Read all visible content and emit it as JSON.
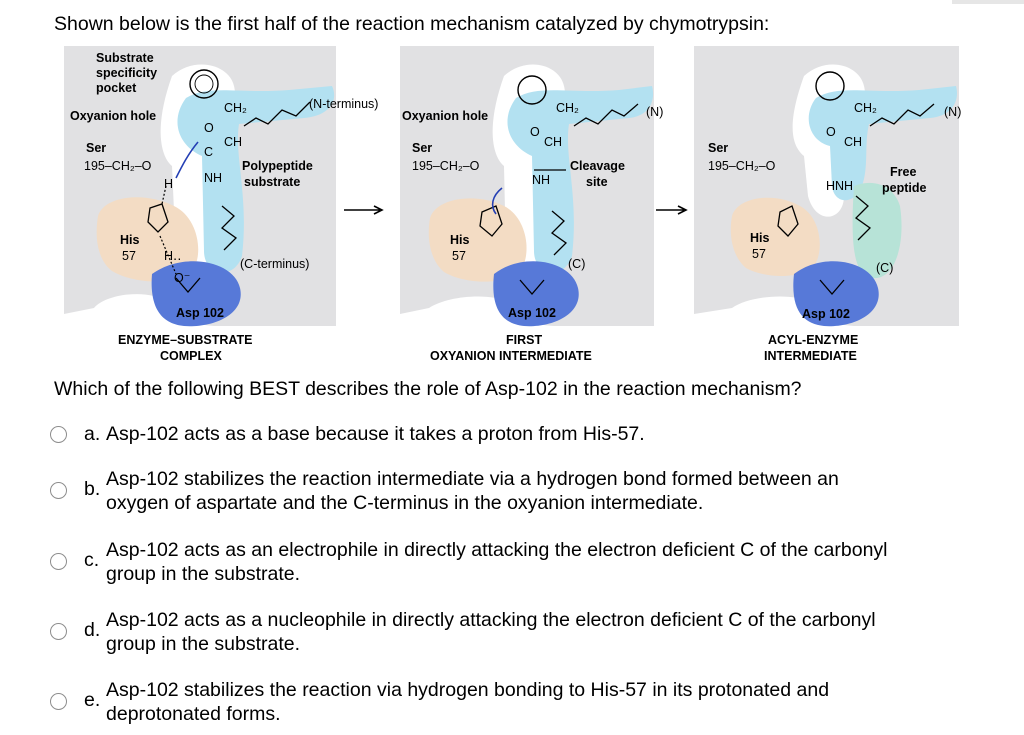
{
  "intro": "Shown below is the first half of the reaction mechanism catalyzed by chymotrypsin:",
  "figure": {
    "panel1": {
      "pocket": [
        "Substrate",
        "specificity",
        "pocket"
      ],
      "oxyanion": "Oxyanion hole",
      "n_term": "(N-terminus)",
      "ser": "Ser",
      "ser_chain": "195–CH₂–O",
      "h": "H",
      "nh": "NH",
      "poly": [
        "Polypeptide",
        "substrate"
      ],
      "his": "His",
      "his_num": "57",
      "c_term": "(C-terminus)",
      "asp": "Asp 102",
      "caption": [
        "ENZYME–SUBSTRATE",
        "COMPLEX"
      ]
    },
    "panel2": {
      "oxyanion": "Oxyanion hole",
      "n": "(N)",
      "ser": "Ser",
      "ser_chain": "195–CH₂–O",
      "nh": "NH",
      "cleavage": [
        "Cleavage",
        "site"
      ],
      "his": "His",
      "his_num": "57",
      "c": "(C)",
      "asp": "Asp 102",
      "caption": [
        "FIRST",
        "OXYANION INTERMEDIATE"
      ]
    },
    "panel3": {
      "n": "(N)",
      "ser": "Ser",
      "ser_chain": "195–CH₂–O",
      "hnh": "HNH",
      "free": [
        "Free",
        "peptide"
      ],
      "his": "His",
      "his_num": "57",
      "c": "(C)",
      "asp": "Asp 102",
      "caption": [
        "ACYL-ENZYME",
        "INTERMEDIATE"
      ]
    },
    "chem": {
      "ch2": "CH₂",
      "ch": "CH",
      "c": "C",
      "o": "O",
      "o_minus": "O⁻",
      "n": "N",
      "h_dots": "H․․"
    }
  },
  "question": "Which of the following BEST describes the role of Asp-102 in the reaction mechanism?",
  "options": [
    {
      "letter": "a.",
      "lines": [
        "Asp-102 acts as a base because it takes a proton from His-57."
      ]
    },
    {
      "letter": "b.",
      "lines": [
        "Asp-102 stabilizes the reaction intermediate via a hydrogen bond formed between an",
        "oxygen of aspartate and the C-terminus in the oxyanion intermediate."
      ]
    },
    {
      "letter": "c.",
      "lines": [
        "Asp-102 acts as an electrophile in directly attacking the electron deficient C of the carbonyl",
        "group in the substrate."
      ]
    },
    {
      "letter": "d.",
      "lines": [
        "Asp-102 acts as a nucleophile in directly attacking the electron deficient C of the carbonyl",
        "group in the substrate."
      ]
    },
    {
      "letter": "e.",
      "lines": [
        "Asp-102 stabilizes the reaction via hydrogen bonding to His-57 in its protonated and",
        "deprotonated forms."
      ]
    }
  ]
}
